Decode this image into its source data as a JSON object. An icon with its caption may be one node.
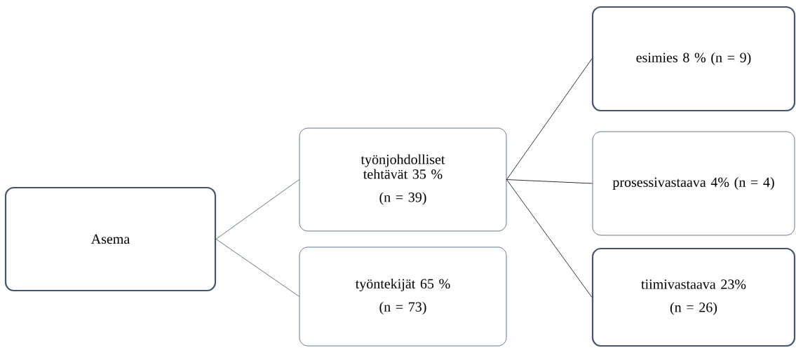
{
  "diagram": {
    "nodes": [
      {
        "text": [
          "Asema"
        ]
      },
      {
        "text": [
          "työnjohdolliset tehtävät 35 %",
          "(n = 39)"
        ]
      },
      {
        "text": [
          "työntekijät 65 %",
          "(n = 73)"
        ]
      },
      {
        "text": [
          "esimies 8 % (n = 9)"
        ]
      },
      {
        "text": [
          "prosessivastaava 4% (n = 4)"
        ]
      },
      {
        "text": [
          "tiimivastaava 23%",
          "(n = 26)"
        ]
      }
    ],
    "edges": [
      {
        "from": 0,
        "to": 1,
        "arrow": "none",
        "color": "#44546a"
      },
      {
        "from": 0,
        "to": 2,
        "arrow": "none",
        "color": "#44546a"
      },
      {
        "from": 1,
        "to": 3,
        "arrow": "none"
      },
      {
        "from": 1,
        "to": 4,
        "arrow": "none"
      },
      {
        "from": 1,
        "to": 5,
        "arrow": "none"
      }
    ]
  }
}
